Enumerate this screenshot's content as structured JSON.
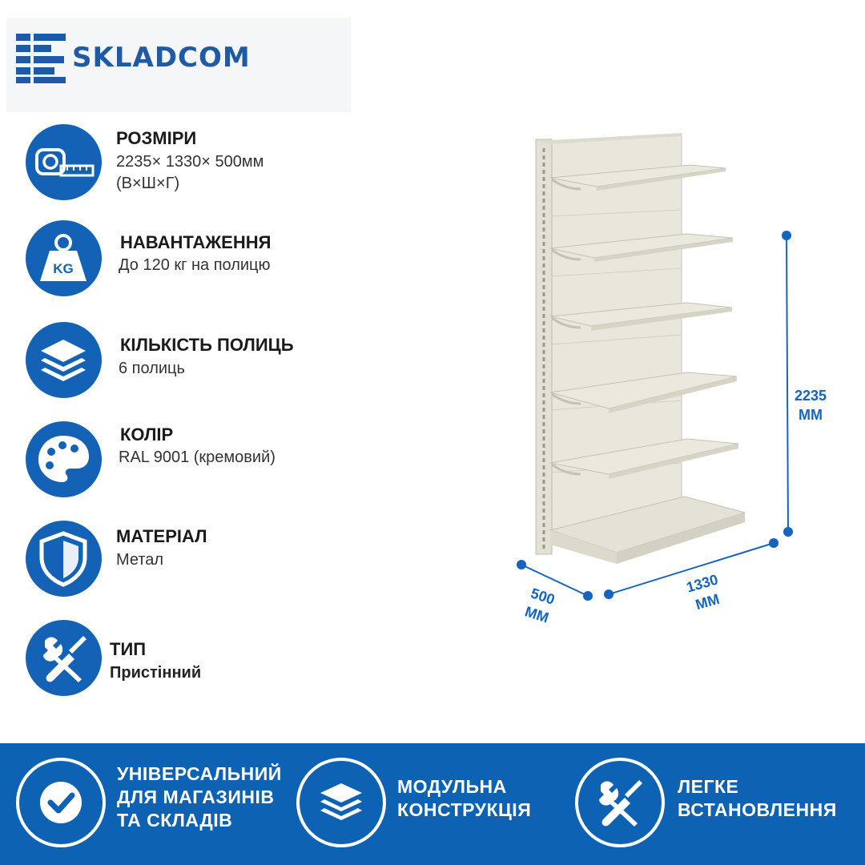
{
  "brand": {
    "name": "SKLADCOM",
    "color": "#1f5aa6"
  },
  "features": [
    {
      "icon": "tape-measure-icon",
      "title": "РОЗМІРИ",
      "value": "2235× 1330× 500мм",
      "value2": "(В×Ш×Г)"
    },
    {
      "icon": "weight-kg-icon",
      "title": "НАВАНТАЖЕННЯ",
      "value": "До 120 кг на полицю"
    },
    {
      "icon": "layers-icon",
      "title": "КІЛЬКІСТЬ ПОЛИЦЬ",
      "value": "6 полиць"
    },
    {
      "icon": "palette-icon",
      "title": "КОЛІР",
      "value": "RAL 9001 (кремовий)"
    },
    {
      "icon": "shield-icon",
      "title": "МАТЕРІАЛ",
      "value": "Метал"
    },
    {
      "icon": "tools-icon",
      "title": "ТИП",
      "value": "Пристінний"
    }
  ],
  "dimensions": {
    "height": {
      "value": "2235",
      "unit": "ММ"
    },
    "width": {
      "value": "1330",
      "unit": "ММ"
    },
    "depth": {
      "value": "500",
      "unit": "ММ"
    }
  },
  "banner": [
    {
      "icon": "checkmark-icon",
      "line1": "УНІВЕРСАЛЬНИЙ",
      "line2": "ДЛЯ МАГАЗИНІВ",
      "line3": "ТА СКЛАДІВ"
    },
    {
      "icon": "layers-icon",
      "line1": "МОДУЛЬНА",
      "line2": "КОНСТРУКЦІЯ"
    },
    {
      "icon": "tools-icon",
      "line1": "ЛЕГКЕ",
      "line2": "ВСТАНОВЛЕННЯ"
    }
  ],
  "colors": {
    "accent": "#1462b6",
    "banner": "#0e62b3",
    "shelf": "#e6e4d8"
  }
}
